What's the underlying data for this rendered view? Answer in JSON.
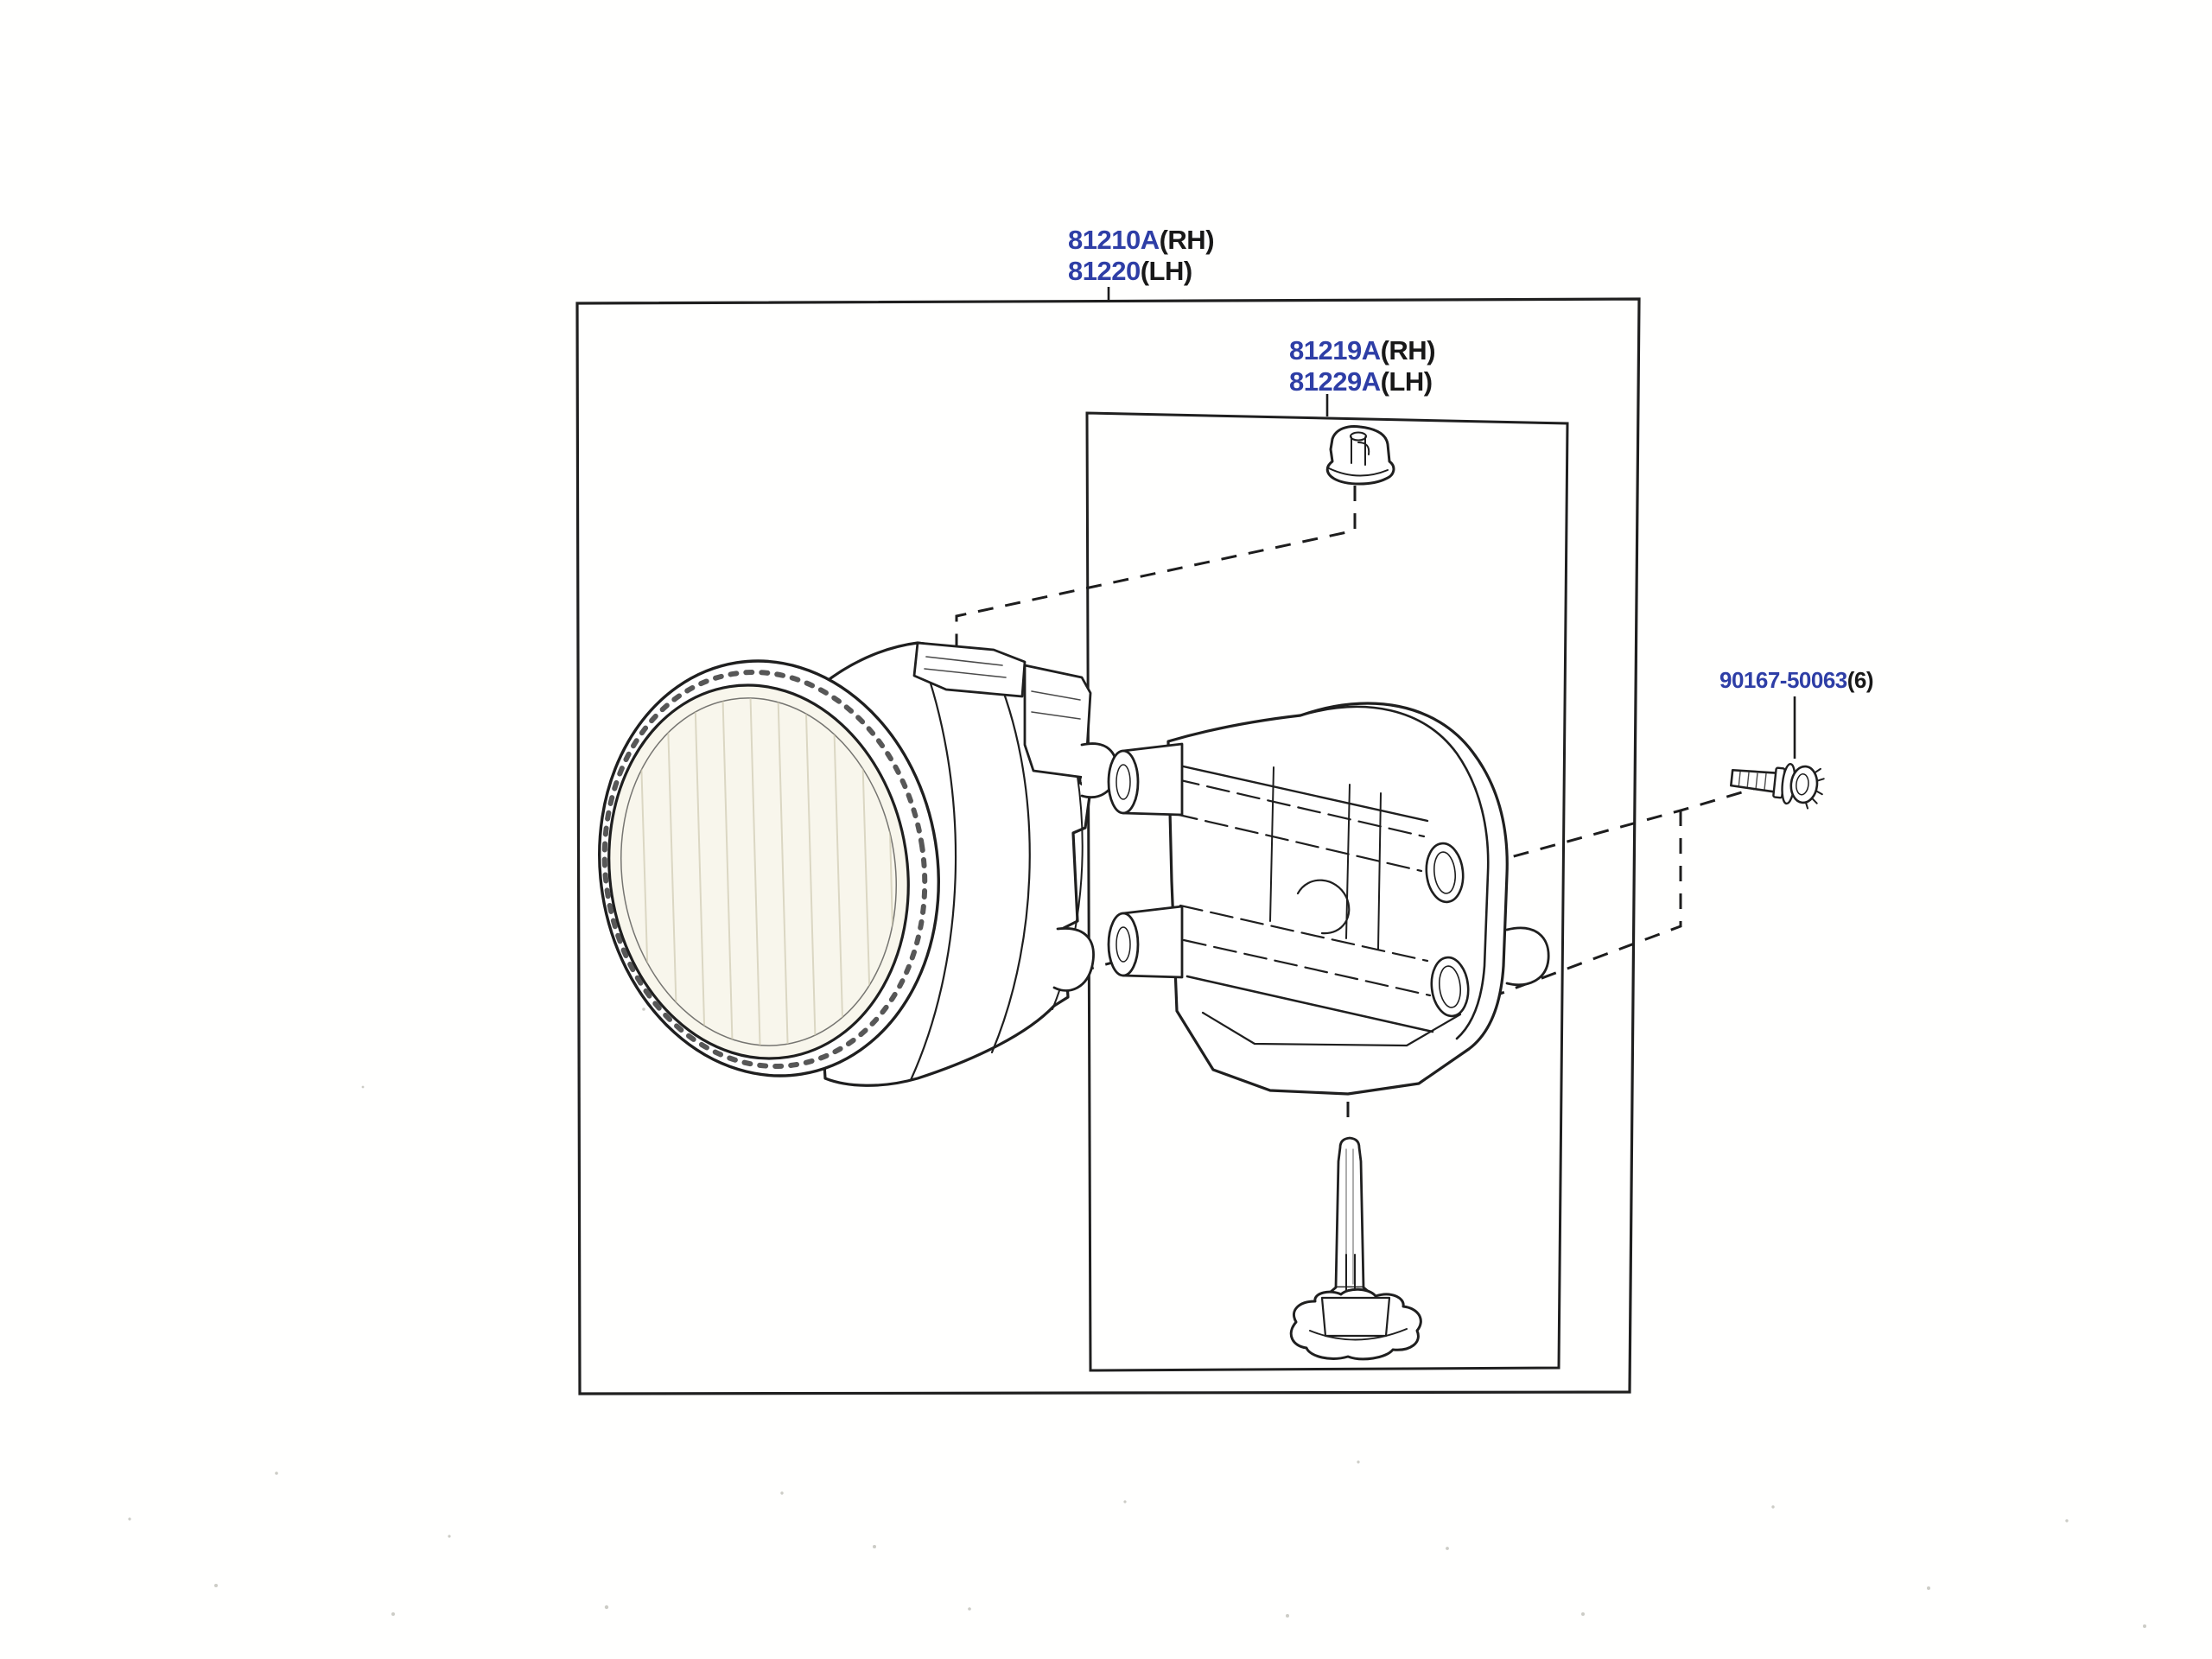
{
  "diagram": {
    "type": "parts-catalog-exploded-diagram",
    "paper_color": "#ffffff",
    "ink_color": "#1f1f1f",
    "part_number_color": "#2e3ea6",
    "suffix_color": "#181818"
  },
  "labels": {
    "lamp": {
      "line1_part": "81210A",
      "line1_suffix": "(RH)",
      "line2_part": "81220",
      "line2_suffix": "(LH)"
    },
    "bracket": {
      "line1_part": "81219A",
      "line1_suffix": "(RH)",
      "line2_part": "81229A",
      "line2_suffix": "(LH)"
    },
    "bolt": {
      "part": "90167-50063",
      "qty": "(6)"
    }
  }
}
